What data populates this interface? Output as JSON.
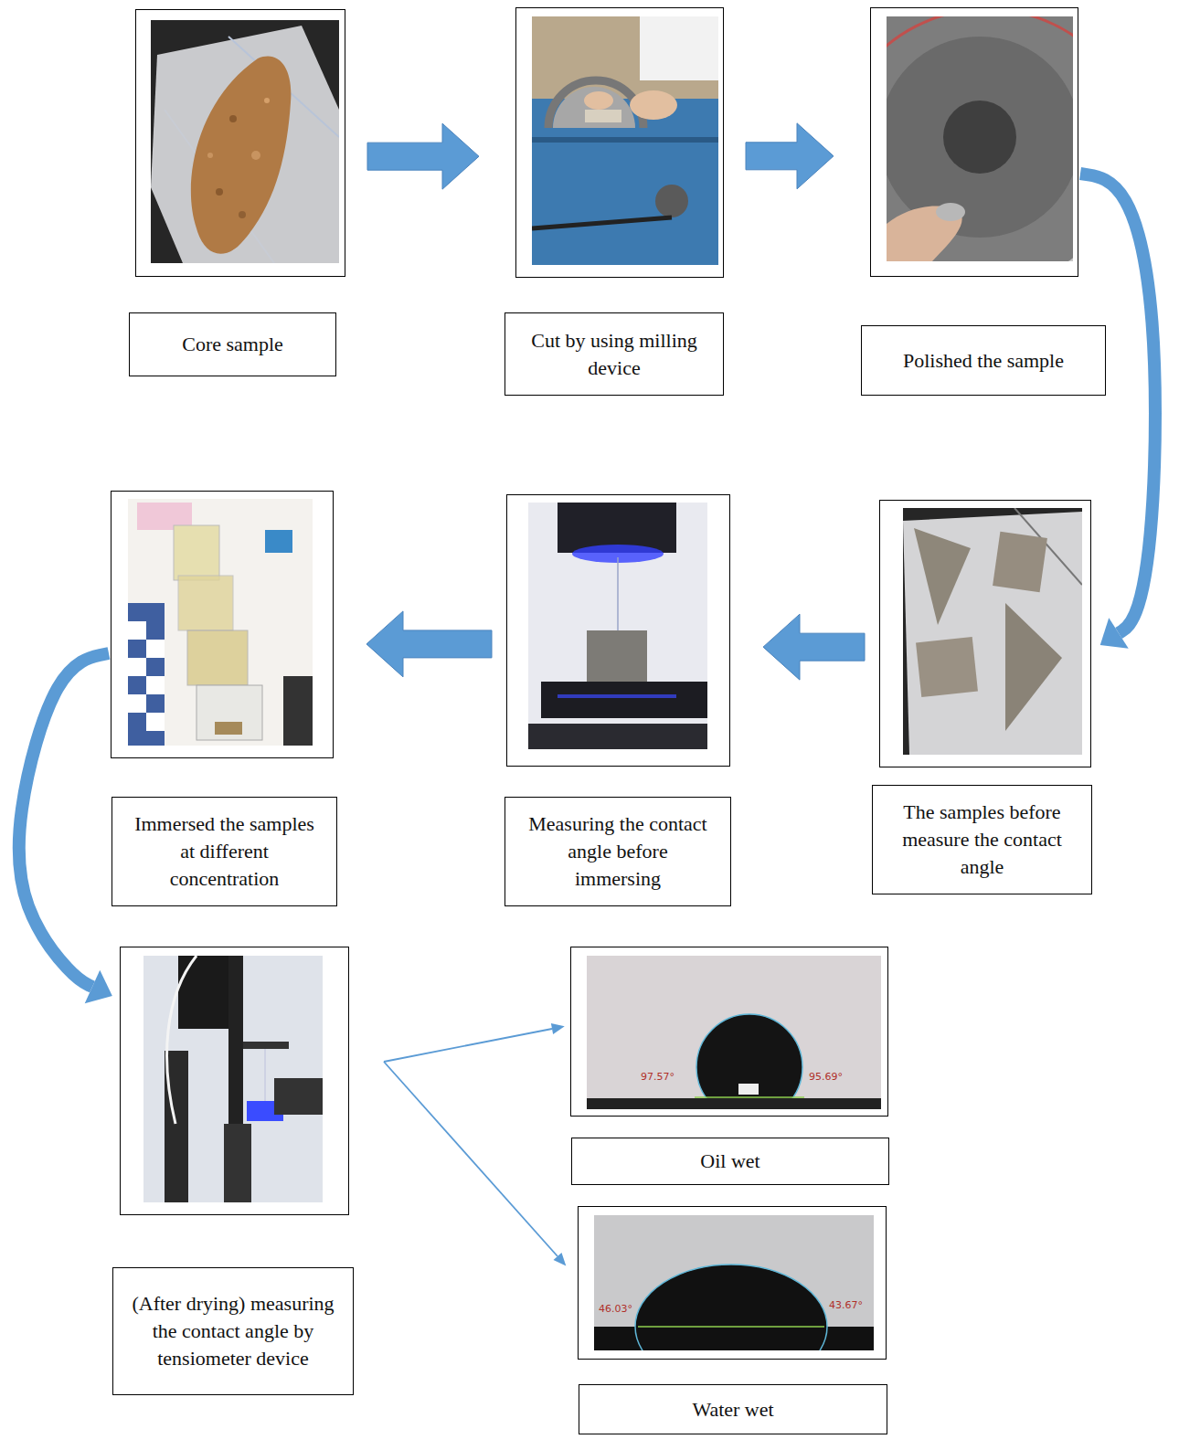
{
  "diagram": {
    "nodes": [
      {
        "text": [
          "Core sample"
        ]
      },
      {
        "text": [
          "Cut by using milling device"
        ]
      },
      {
        "text": [
          "Polished the sample"
        ]
      },
      {
        "text": [
          "The samples before measure the contact angle"
        ]
      },
      {
        "text": [
          "Measuring the contact angle before immersing"
        ]
      },
      {
        "text": [
          "Immersed the samples at different concentration"
        ]
      },
      {
        "text": [
          "(After drying) measuring the contact angle by tensiometer device"
        ]
      },
      {
        "text": [
          "Oil wet"
        ]
      },
      {
        "text": [
          "Water wet"
        ]
      }
    ],
    "edges": [
      {
        "from": 0,
        "to": 1,
        "arrow": "to"
      },
      {
        "from": 1,
        "to": 2,
        "arrow": "to"
      },
      {
        "from": 2,
        "to": 3,
        "arrow": "to"
      },
      {
        "from": 3,
        "to": 4,
        "arrow": "to"
      },
      {
        "from": 4,
        "to": 5,
        "arrow": "to"
      },
      {
        "from": 5,
        "to": 6,
        "arrow": "to"
      },
      {
        "from": 6,
        "to": 7,
        "arrow": "to"
      },
      {
        "from": 6,
        "to": 8,
        "arrow": "to"
      }
    ],
    "labels": [
      "97.57°",
      "95.69°",
      "46.03°",
      "43.67°"
    ]
  }
}
